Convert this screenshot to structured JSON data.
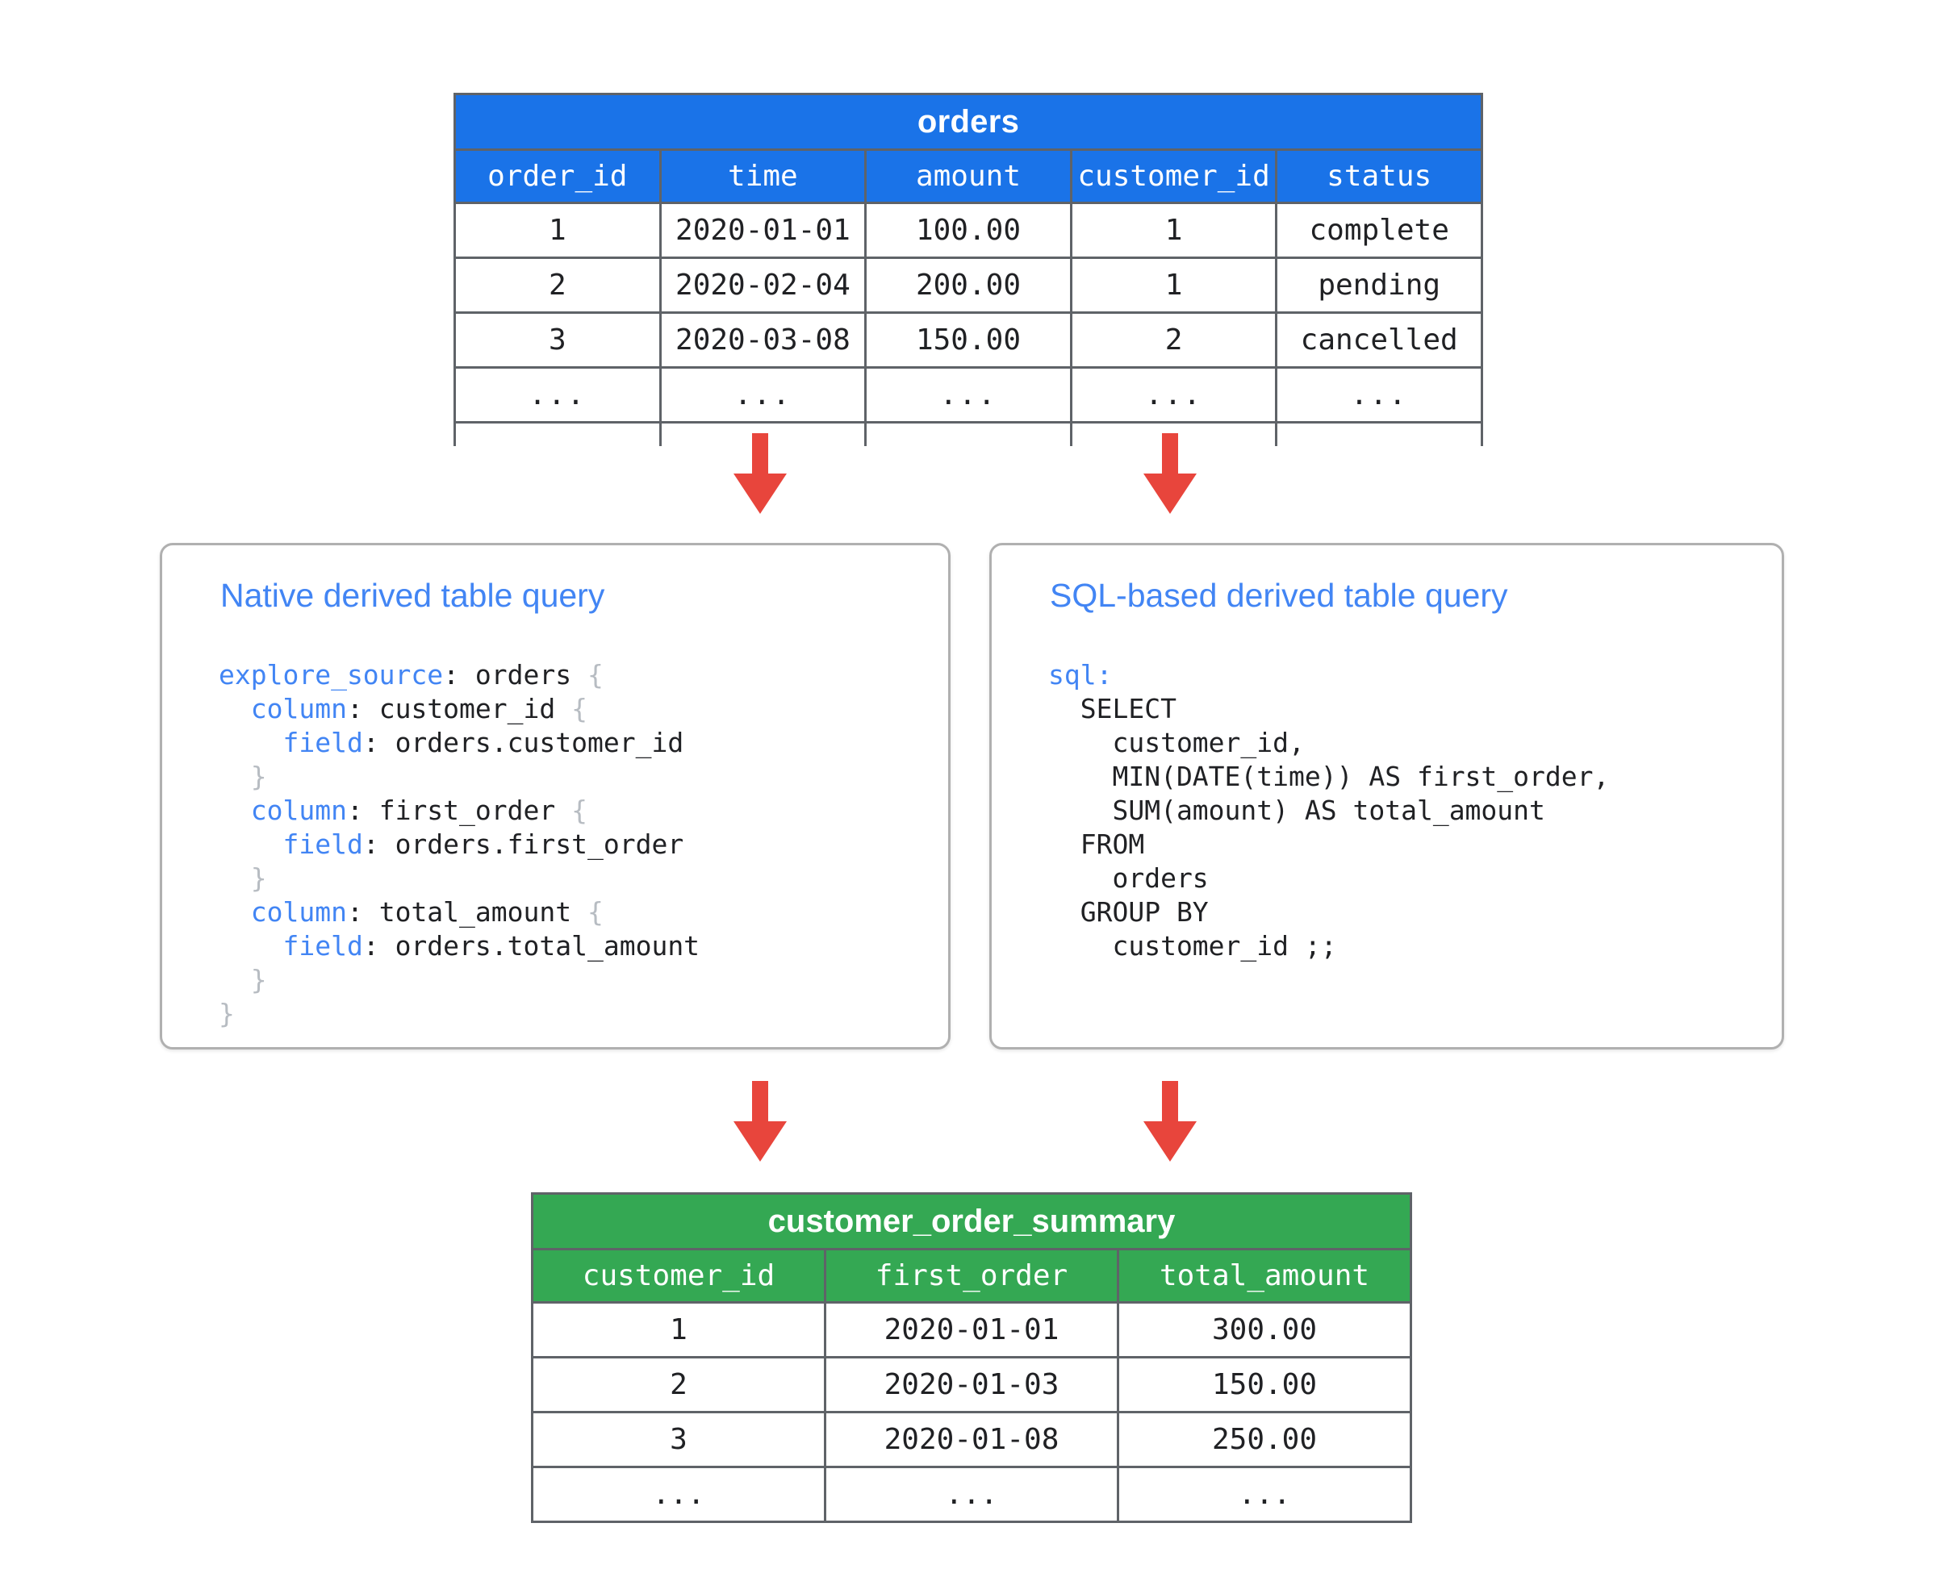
{
  "colors": {
    "source_table_header": "#1a73e8",
    "result_table_header": "#34a853",
    "arrow": "#e8453c",
    "panel_title": "#4285f4",
    "panel_border": "#b0b0b0",
    "table_border": "#5f6368",
    "code_keyword": "#4285f4",
    "code_brace": "#b7bcc2",
    "code_text": "#202124"
  },
  "source_table": {
    "title": "orders",
    "columns": [
      "order_id",
      "time",
      "amount",
      "customer_id",
      "status"
    ],
    "rows": [
      [
        "1",
        "2020-01-01",
        "100.00",
        "1",
        "complete"
      ],
      [
        "2",
        "2020-02-04",
        "200.00",
        "1",
        "pending"
      ],
      [
        "3",
        "2020-03-08",
        "150.00",
        "2",
        "cancelled"
      ],
      [
        "...",
        "...",
        "...",
        "...",
        "..."
      ]
    ],
    "has_clipped_row": true
  },
  "result_table": {
    "title": "customer_order_summary",
    "columns": [
      "customer_id",
      "first_order",
      "total_amount"
    ],
    "rows": [
      [
        "1",
        "2020-01-01",
        "300.00"
      ],
      [
        "2",
        "2020-01-03",
        "150.00"
      ],
      [
        "3",
        "2020-01-08",
        "250.00"
      ],
      [
        "...",
        "...",
        "..."
      ]
    ]
  },
  "panels": [
    {
      "id": "native",
      "title": "Native derived table query",
      "code_lines": [
        [
          {
            "t": "explore_source",
            "s": "kw"
          },
          {
            "t": ": orders ",
            "s": ""
          },
          {
            "t": "{",
            "s": "brace"
          }
        ],
        [
          {
            "t": "  ",
            "s": ""
          },
          {
            "t": "column",
            "s": "kw"
          },
          {
            "t": ": customer_id ",
            "s": ""
          },
          {
            "t": "{",
            "s": "brace"
          }
        ],
        [
          {
            "t": "    ",
            "s": ""
          },
          {
            "t": "field",
            "s": "kw"
          },
          {
            "t": ": orders.customer_id",
            "s": ""
          }
        ],
        [
          {
            "t": "  ",
            "s": ""
          },
          {
            "t": "}",
            "s": "brace"
          }
        ],
        [
          {
            "t": "  ",
            "s": ""
          },
          {
            "t": "column",
            "s": "kw"
          },
          {
            "t": ": first_order ",
            "s": ""
          },
          {
            "t": "{",
            "s": "brace"
          }
        ],
        [
          {
            "t": "    ",
            "s": ""
          },
          {
            "t": "field",
            "s": "kw"
          },
          {
            "t": ": orders.first_order",
            "s": ""
          }
        ],
        [
          {
            "t": "  ",
            "s": ""
          },
          {
            "t": "}",
            "s": "brace"
          }
        ],
        [
          {
            "t": "  ",
            "s": ""
          },
          {
            "t": "column",
            "s": "kw"
          },
          {
            "t": ": total_amount ",
            "s": ""
          },
          {
            "t": "{",
            "s": "brace"
          }
        ],
        [
          {
            "t": "    ",
            "s": ""
          },
          {
            "t": "field",
            "s": "kw"
          },
          {
            "t": ": orders.total_amount",
            "s": ""
          }
        ],
        [
          {
            "t": "  ",
            "s": ""
          },
          {
            "t": "}",
            "s": "brace"
          }
        ],
        [
          {
            "t": "}",
            "s": "brace"
          }
        ]
      ]
    },
    {
      "id": "sql",
      "title": "SQL-based derived table query",
      "code_lines": [
        [
          {
            "t": "sql:",
            "s": "kw"
          }
        ],
        [
          {
            "t": "  SELECT",
            "s": ""
          }
        ],
        [
          {
            "t": "    customer_id,",
            "s": ""
          }
        ],
        [
          {
            "t": "    MIN(DATE(time)) AS first_order,",
            "s": ""
          }
        ],
        [
          {
            "t": "    SUM(amount) AS total_amount",
            "s": ""
          }
        ],
        [
          {
            "t": "  FROM",
            "s": ""
          }
        ],
        [
          {
            "t": "    orders",
            "s": ""
          }
        ],
        [
          {
            "t": "  GROUP BY",
            "s": ""
          }
        ],
        [
          {
            "t": "    customer_id ;;",
            "s": ""
          }
        ]
      ]
    }
  ],
  "arrows": [
    {
      "name": "arrow-orders-to-native",
      "direction": "down"
    },
    {
      "name": "arrow-orders-to-sql",
      "direction": "down"
    },
    {
      "name": "arrow-native-to-summary",
      "direction": "down"
    },
    {
      "name": "arrow-sql-to-summary",
      "direction": "down"
    }
  ]
}
